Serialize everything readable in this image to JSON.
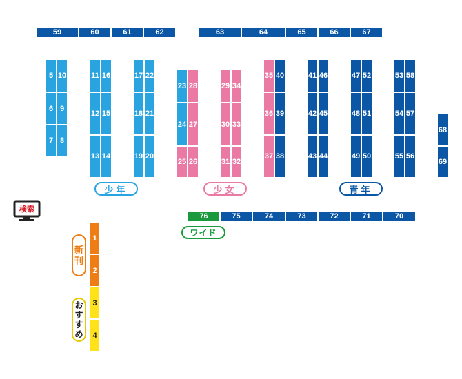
{
  "colors": {
    "light_blue": "#2aa4e0",
    "pink": "#ea7aa4",
    "dark_blue": "#0b57a6",
    "green": "#1a9a3c",
    "orange": "#ee7d16",
    "yellow": "#ffe219",
    "search_red": "#d8101b"
  },
  "icons": [
    "search-icon"
  ],
  "top_row": [
    "59",
    "60",
    "61",
    "62",
    "63",
    "64",
    "65",
    "66",
    "67"
  ],
  "shelves": {
    "light_pair_1": [
      "5",
      "10",
      "6",
      "9",
      "7",
      "8"
    ],
    "light_pair_2": [
      "11",
      "16",
      "12",
      "15",
      "13",
      "14"
    ],
    "light_pair_3": [
      "17",
      "22",
      "18",
      "21",
      "19",
      "20"
    ],
    "mixed_pair_4": [
      "23",
      "28",
      "24",
      "27",
      "25",
      "26"
    ],
    "pink_pair_5": [
      "29",
      "34",
      "30",
      "33",
      "31",
      "32"
    ],
    "mixed_pair_6": [
      "35",
      "40",
      "36",
      "39",
      "37",
      "38"
    ],
    "dark_pair_7": [
      "41",
      "46",
      "42",
      "45",
      "43",
      "44"
    ],
    "dark_pair_8": [
      "47",
      "52",
      "48",
      "51",
      "49",
      "50"
    ],
    "dark_pair_9": [
      "53",
      "58",
      "54",
      "57",
      "55",
      "56"
    ],
    "right_column": [
      "68",
      "69"
    ]
  },
  "bottom_row": [
    "76",
    "75",
    "74",
    "73",
    "72",
    "71",
    "70"
  ],
  "left_column": [
    "1",
    "2",
    "3",
    "4"
  ],
  "labels": {
    "shonen": "少年",
    "shojo": "少女",
    "seinen": "青年",
    "wide": "ワイド",
    "shinkan": [
      "新",
      "刊"
    ],
    "osusume": [
      "お",
      "す",
      "す",
      "め"
    ],
    "search": "検索"
  }
}
